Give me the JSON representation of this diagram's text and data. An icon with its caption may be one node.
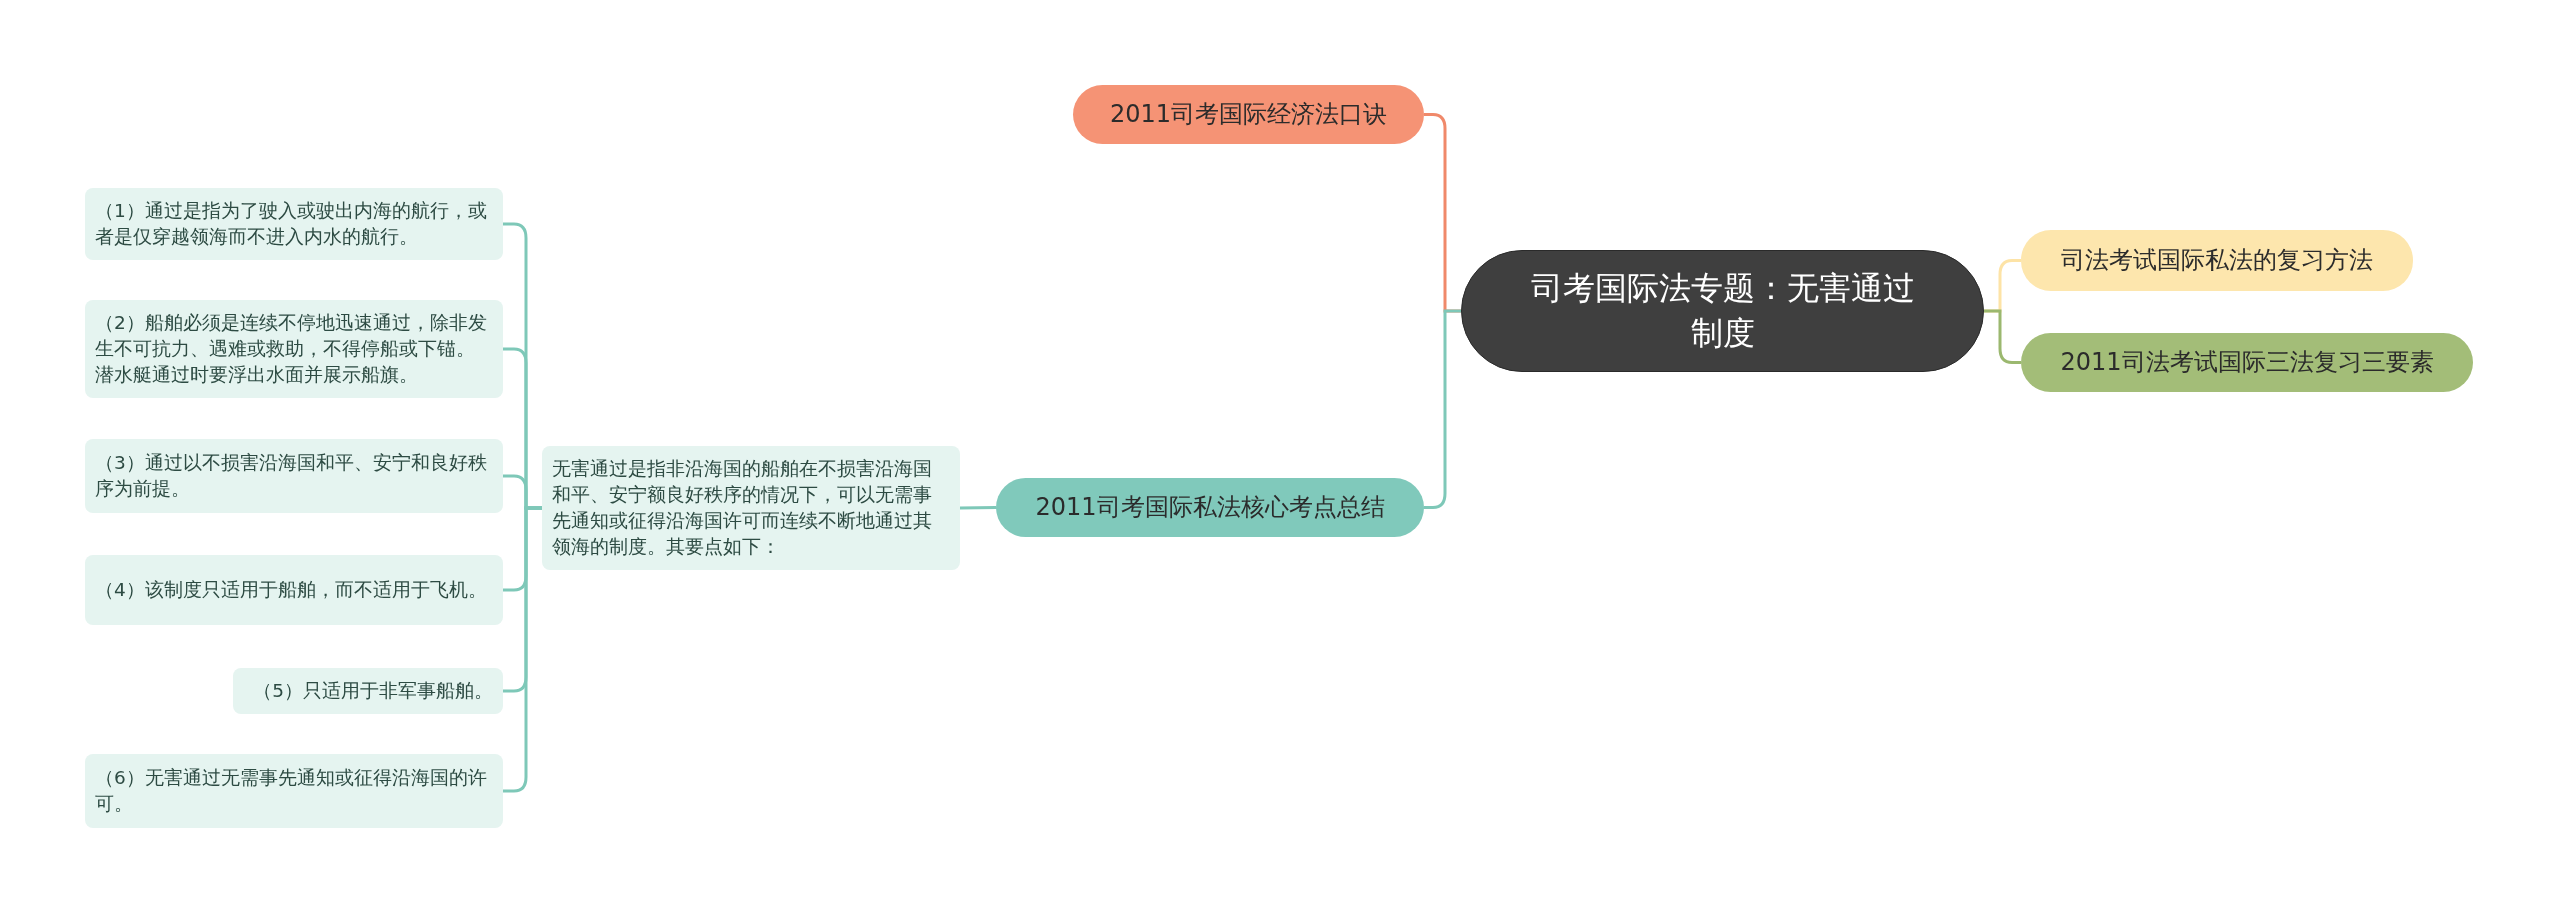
{
  "diagram": {
    "nodes": [
      {
        "text": [
          "司考国际法专题：无害通过制度"
        ]
      },
      {
        "text": [
          "2011司考国际经济法口诀"
        ]
      },
      {
        "text": [
          "司法考试国际私法的复习方法"
        ]
      },
      {
        "text": [
          "2011司法考试国际三法复习三要素"
        ]
      },
      {
        "text": [
          "2011司考国际私法核心考点总结"
        ]
      },
      {
        "text": [
          "无害通过是指非沿海国的船舶在不损害沿海国和平、安宁额良好秩序的情况下，可以无需事先通知或征得沿海国许可而连续不断地通过其领海的制度。其要点如下："
        ]
      },
      {
        "text": [
          "（1）通过是指为了驶入或驶出内海的航行，或者是仅穿越领海而不进入内水的航行。"
        ]
      },
      {
        "text": [
          "（2）船舶必须是连续不停地迅速通过，除非发生不可抗力、遇难或救助，不得停船或下锚。潜水艇通过时要浮出水面并展示船旗。"
        ]
      },
      {
        "text": [
          "（3）通过以不损害沿海国和平、安宁和良好秩序为前提。"
        ]
      },
      {
        "text": [
          "（4）该制度只适用于船舶，而不适用于飞机。"
        ]
      },
      {
        "text": [
          "（5）只适用于非军事船舶。"
        ]
      },
      {
        "text": [
          "（6）无害通过无需事先通知或征得沿海国的许可。"
        ]
      }
    ],
    "edges": [
      {
        "from": 0,
        "to": 1,
        "arrow": "none",
        "color": "#f0896a"
      },
      {
        "from": 0,
        "to": 2,
        "arrow": "none",
        "color": "#fde3a6"
      },
      {
        "from": 0,
        "to": 3,
        "arrow": "none",
        "color": "#9bb86f"
      },
      {
        "from": 0,
        "to": 4,
        "arrow": "none"
      },
      {
        "from": 4,
        "to": 5,
        "arrow": "none"
      },
      {
        "from": 5,
        "to": 6,
        "arrow": "none"
      },
      {
        "from": 5,
        "to": 7,
        "arrow": "none"
      },
      {
        "from": 5,
        "to": 8,
        "arrow": "none"
      },
      {
        "from": 5,
        "to": 9,
        "arrow": "none"
      },
      {
        "from": 5,
        "to": 10,
        "arrow": "none"
      },
      {
        "from": 5,
        "to": 11,
        "arrow": "none"
      }
    ]
  }
}
